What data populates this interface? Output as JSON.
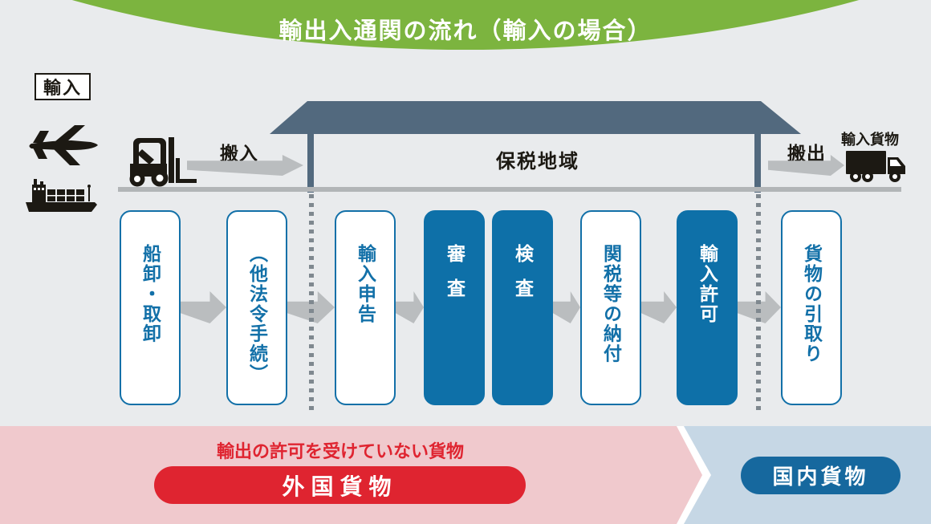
{
  "header": {
    "title": "輸出入通関の流れ（輸入の場合）"
  },
  "left": {
    "import_tag": "輸入"
  },
  "warehouse": {
    "label": "保税地域",
    "carry_in": "搬入",
    "carry_out": "搬出",
    "import_cargo": "輸入貨物"
  },
  "icons": {
    "plane": "airplane-icon",
    "ship": "cargo-ship-icon",
    "forklift": "forklift-icon",
    "truck": "truck-icon"
  },
  "steps": [
    {
      "id": "unloading",
      "label": "船卸・取卸",
      "filled": false
    },
    {
      "id": "other-law-procedures",
      "label": "（他法令手続）",
      "filled": false
    },
    {
      "id": "import-declaration",
      "label": "輸入申告",
      "filled": false
    },
    {
      "id": "examination",
      "label": "審査",
      "filled": true
    },
    {
      "id": "inspection",
      "label": "検査",
      "filled": true
    },
    {
      "id": "duty-payment",
      "label": "関税等の納付",
      "filled": false
    },
    {
      "id": "import-permit",
      "label": "輸入許可",
      "filled": true
    },
    {
      "id": "cargo-pickup",
      "label": "貨物の引取り",
      "filled": false
    }
  ],
  "bottom": {
    "foreign_note": "輸出の許可を受けていない貨物",
    "foreign_pill": "外国貨物",
    "domestic_pill": "国内貨物"
  },
  "colors": {
    "bg": "#e9ebed",
    "green": "#7cb43f",
    "slate": "#52697e",
    "boxblue": "#0e70a8",
    "blueline": "#1270a8",
    "arrow": "#babdbf",
    "ground": "#b2b5b7",
    "dot": "#7f888f",
    "ink": "#1c1913",
    "pink": "#f0c9cd",
    "red": "#df2430",
    "band-blue": "#c6d7e5",
    "pill-blue": "#16689e"
  }
}
